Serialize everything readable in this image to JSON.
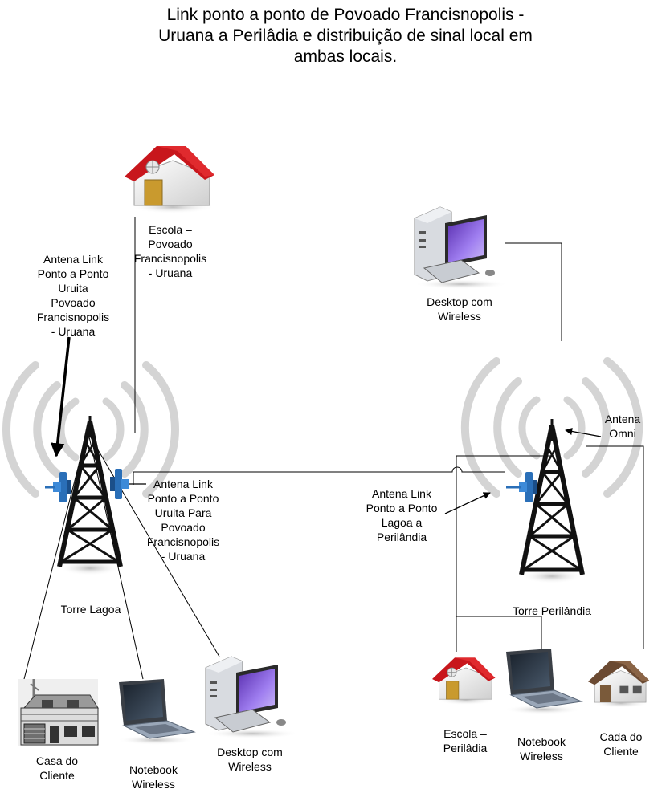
{
  "title": {
    "lines": [
      "Link ponto a ponto de Povoado Francisnopolis -",
      "Uruana a Perilâdia e distribuição de sinal local em",
      "ambas locais."
    ]
  },
  "nodes": {
    "escola_povoado": [
      "Escola –",
      "Povoado",
      "Francisnopolis",
      "- Uruana"
    ],
    "desktop_perilandia": [
      "Desktop com",
      "Wireless"
    ],
    "antena_link_uruita_povoado": [
      "Antena Link",
      "Ponto a Ponto",
      "Uruita",
      "Povoado",
      "Francisnopolis",
      "- Uruana"
    ],
    "antena_link_uruita_para_povoado": [
      "Antena Link",
      "Ponto a Ponto",
      "Uruita Para",
      "Povoado",
      "Francisnopolis",
      "- Uruana"
    ],
    "antena_link_lagoa_perilandia": [
      "Antena Link",
      "Ponto a Ponto",
      "Lagoa a",
      "Perilândia"
    ],
    "antena_omni": [
      "Antena",
      "Omni"
    ],
    "torre_lagoa": [
      "Torre Lagoa"
    ],
    "torre_perilandia": [
      "Torre Perilândia"
    ],
    "casa_cliente": [
      "Casa do",
      "Cliente"
    ],
    "notebook_lagoa": [
      "Notebook",
      "Wireless"
    ],
    "desktop_lagoa": [
      "Desktop com",
      "Wireless"
    ],
    "escola_perilandia": [
      "Escola –",
      "Perilâdia"
    ],
    "notebook_perilandia": [
      "Notebook",
      "Wireless"
    ],
    "cada_cliente": [
      "Cada do",
      "Cliente"
    ]
  },
  "colors": {
    "line": "#000000",
    "signal_arc": "#d4d4d4",
    "tower": "#111111",
    "antenna": "#2a6fb8",
    "roof": "#c8161c",
    "roof_brown": "#6b4a32",
    "wall": "#f0f0f0",
    "door": "#c99a2e",
    "monitor_screen": "#7b4fd0",
    "notebook_screen": "#27313d"
  },
  "icons": {
    "house": "house-icon",
    "desktop": "desktop-computer-icon",
    "notebook": "laptop-icon",
    "tower": "radio-tower-icon",
    "antenna": "dish-antenna-icon"
  }
}
